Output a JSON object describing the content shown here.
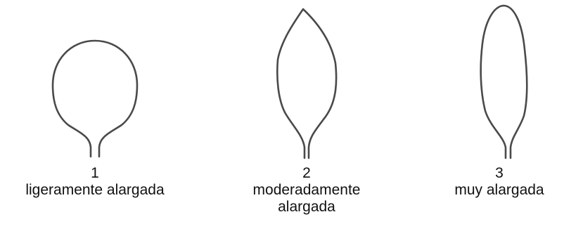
{
  "leaves": [
    {
      "number": "1",
      "description": "ligeramente alargada"
    },
    {
      "number": "2",
      "description": "moderadamente alargada"
    },
    {
      "number": "3",
      "description": "muy alargada"
    }
  ],
  "colors": {
    "outline": "#4a4a4a",
    "text": "#111111",
    "background": "#ffffff"
  }
}
